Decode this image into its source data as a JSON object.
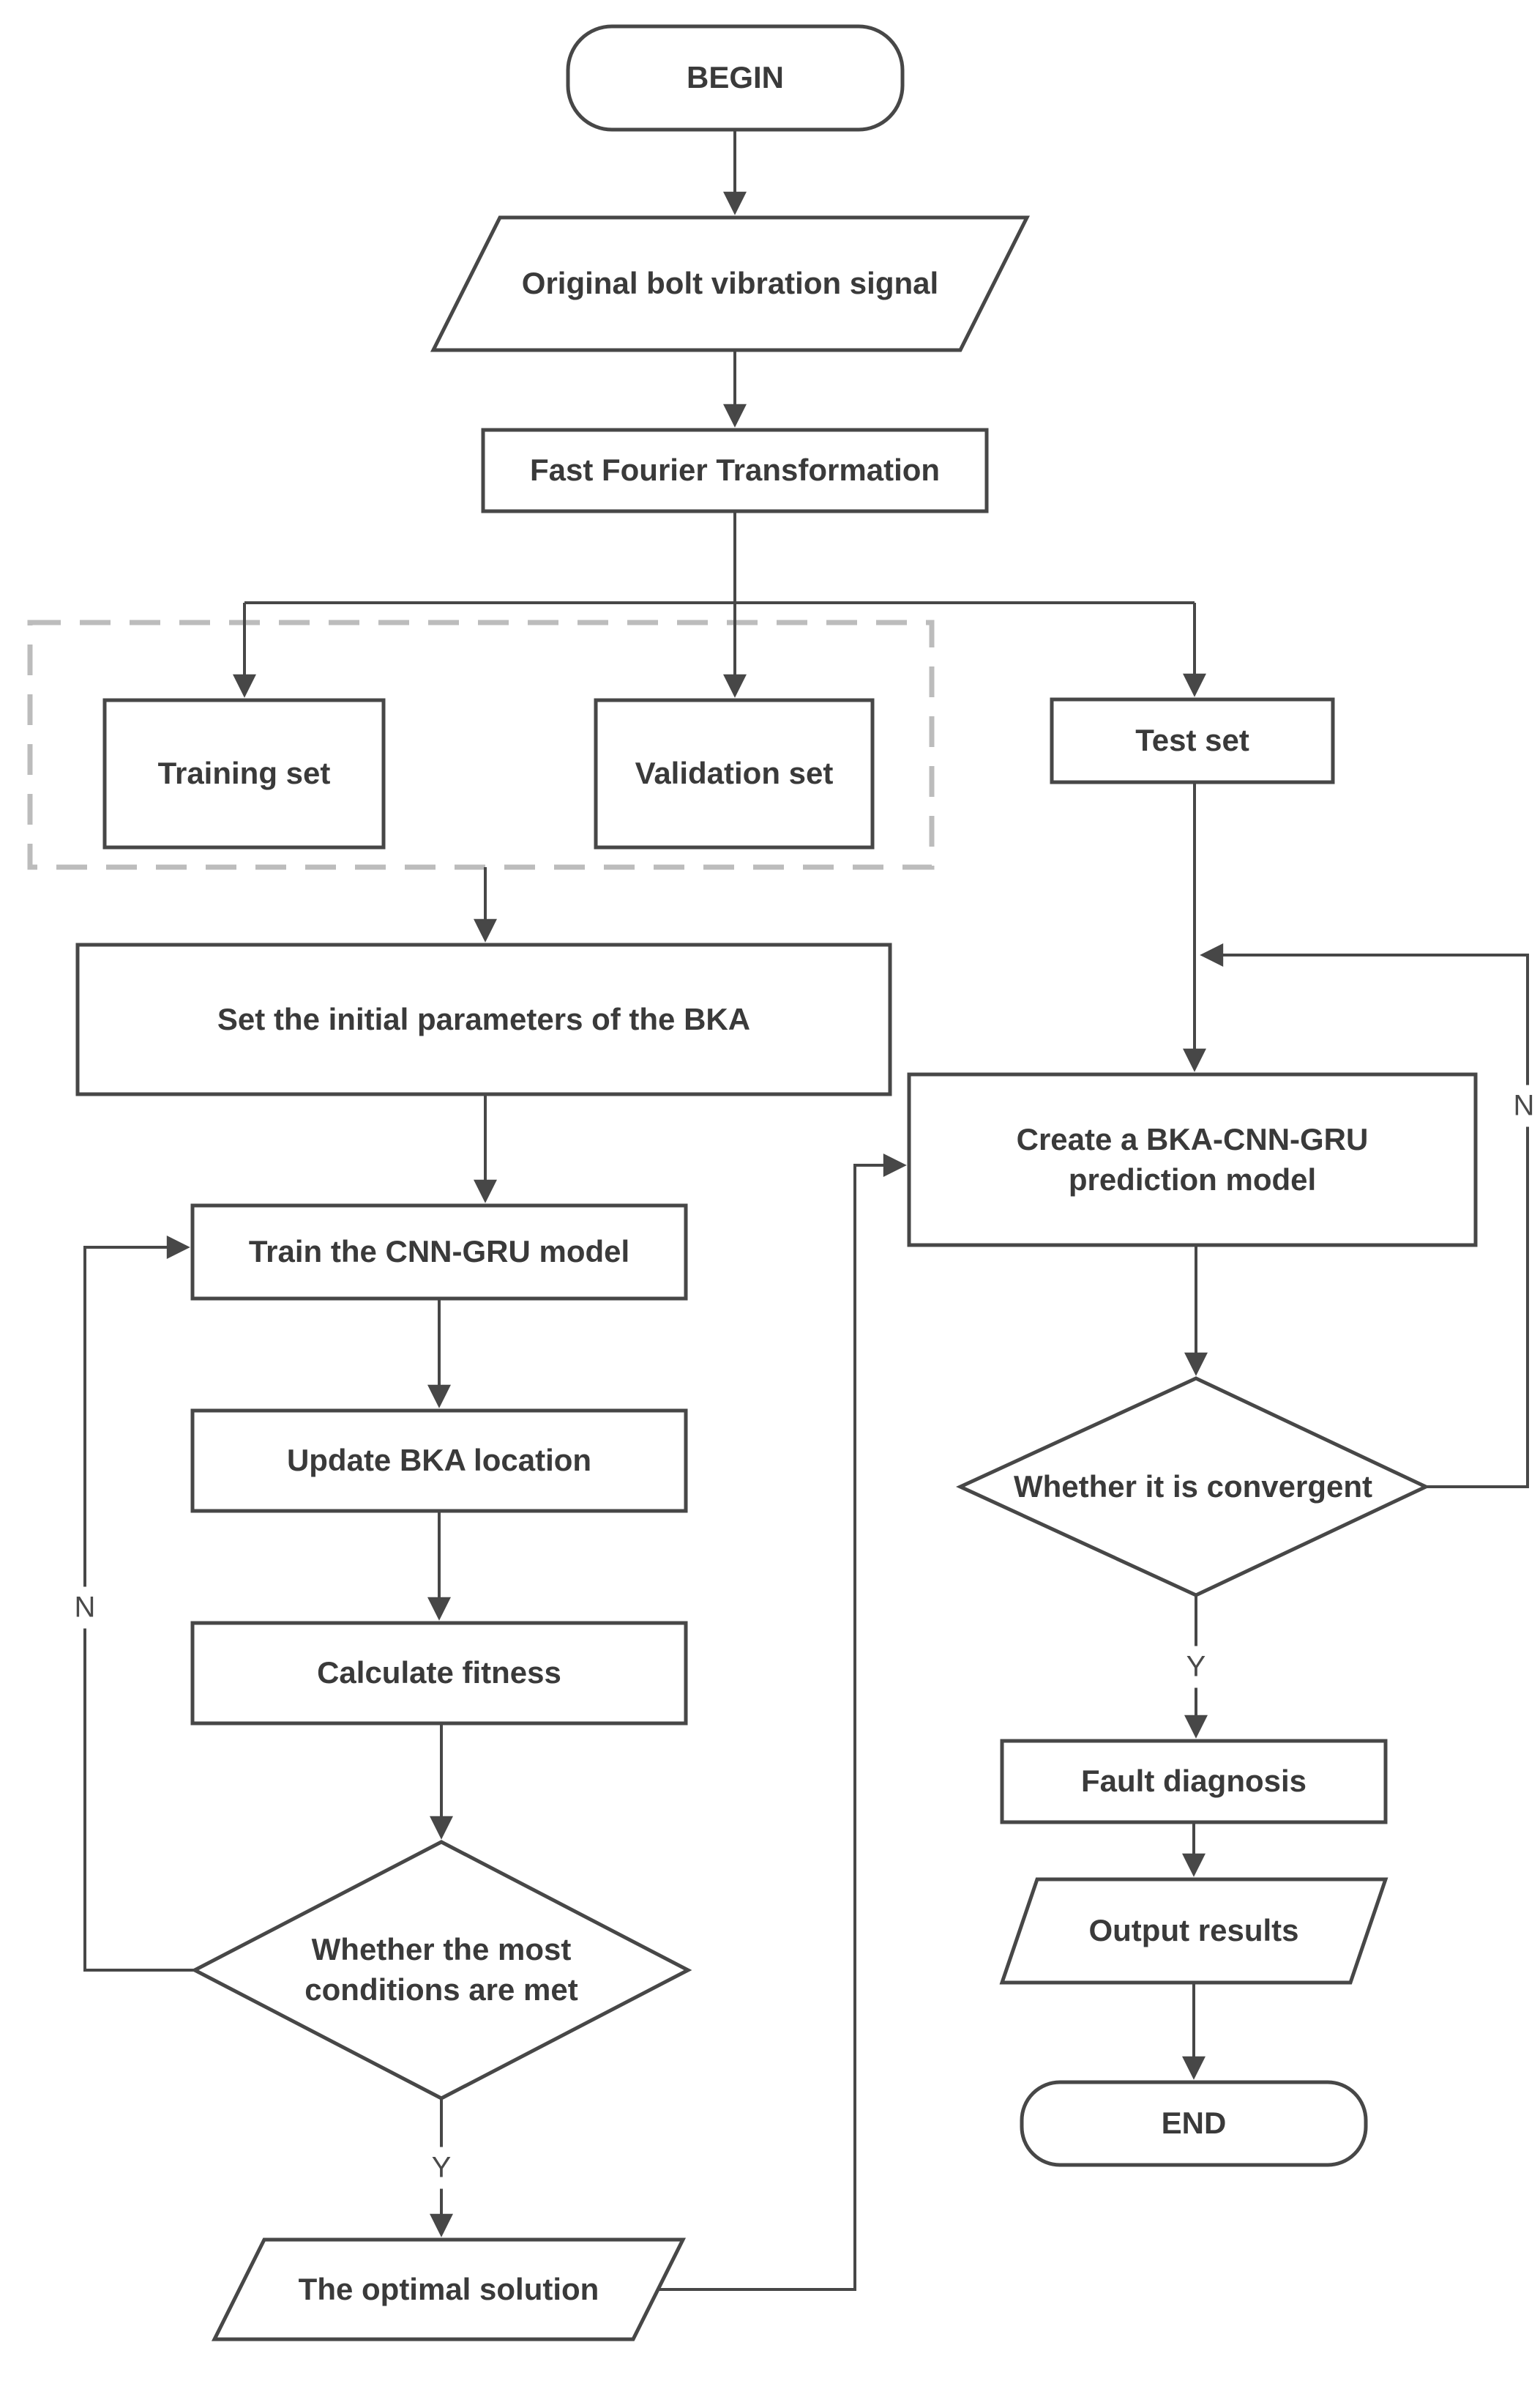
{
  "diagram_type": "flowchart",
  "nodes": {
    "begin": {
      "label": "BEGIN",
      "type": "terminator"
    },
    "original_signal": {
      "label": "Original bolt vibration signal",
      "type": "data"
    },
    "fft": {
      "label": "Fast Fourier Transformation",
      "type": "process"
    },
    "training_set": {
      "label": "Training set",
      "type": "process"
    },
    "validation_set": {
      "label": "Validation set",
      "type": "process"
    },
    "test_set": {
      "label": "Test set",
      "type": "process"
    },
    "dataset_group": {
      "label": "",
      "type": "group",
      "members": [
        "training_set",
        "validation_set"
      ]
    },
    "set_initial_params": {
      "label": "Set the initial parameters of the BKA",
      "type": "process"
    },
    "train_model": {
      "label": "Train the CNN-GRU model",
      "type": "process"
    },
    "update_location": {
      "label": "Update BKA location",
      "type": "process"
    },
    "calculate_fitness": {
      "label": "Calculate fitness",
      "type": "process"
    },
    "conditions_met": {
      "label": "Whether the most conditions are met",
      "type": "decision"
    },
    "optimal_solution": {
      "label": "The optimal solution",
      "type": "data"
    },
    "create_model": {
      "label": "Create a BKA-CNN-GRU prediction model",
      "type": "process"
    },
    "convergent": {
      "label": "Whether it is convergent",
      "type": "decision"
    },
    "fault_diagnosis": {
      "label": "Fault diagnosis",
      "type": "process"
    },
    "output_results": {
      "label": "Output results",
      "type": "data"
    },
    "end": {
      "label": "END",
      "type": "terminator"
    }
  },
  "edge_labels": {
    "conditions_no": "N",
    "conditions_yes": "Y",
    "convergent_no": "N",
    "convergent_yes": "Y"
  },
  "edges": [
    {
      "from": "begin",
      "to": "original_signal"
    },
    {
      "from": "original_signal",
      "to": "fft"
    },
    {
      "from": "fft",
      "to": "training_set"
    },
    {
      "from": "fft",
      "to": "validation_set"
    },
    {
      "from": "fft",
      "to": "test_set"
    },
    {
      "from": "dataset_group",
      "to": "set_initial_params"
    },
    {
      "from": "set_initial_params",
      "to": "train_model"
    },
    {
      "from": "train_model",
      "to": "update_location"
    },
    {
      "from": "update_location",
      "to": "calculate_fitness"
    },
    {
      "from": "calculate_fitness",
      "to": "conditions_met"
    },
    {
      "from": "conditions_met",
      "to": "train_model",
      "label": "N"
    },
    {
      "from": "conditions_met",
      "to": "optimal_solution",
      "label": "Y"
    },
    {
      "from": "optimal_solution",
      "to": "create_model"
    },
    {
      "from": "test_set",
      "to": "create_model"
    },
    {
      "from": "create_model",
      "to": "convergent"
    },
    {
      "from": "convergent",
      "to": "create_model",
      "label": "N"
    },
    {
      "from": "convergent",
      "to": "fault_diagnosis",
      "label": "Y"
    },
    {
      "from": "fault_diagnosis",
      "to": "output_results"
    },
    {
      "from": "output_results",
      "to": "end"
    }
  ],
  "colors": {
    "line": "#474747",
    "text": "#3a3a3a",
    "dashed_group_border": "#bcbcbc",
    "background": "#ffffff"
  }
}
